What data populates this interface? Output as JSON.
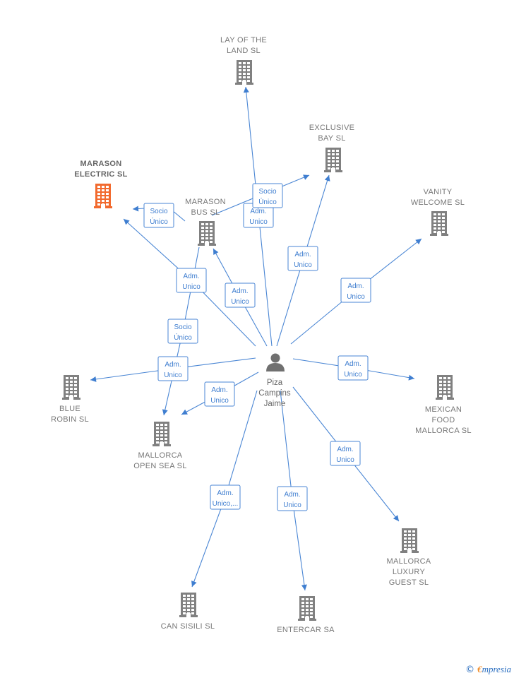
{
  "colors": {
    "edge": "#4a86d4",
    "building": "#808080",
    "building_highlight": "#f26a2e",
    "person": "#707070"
  },
  "center": {
    "name_lines": [
      "Piza",
      "Campins",
      "Jaime"
    ],
    "icon": "person-icon"
  },
  "companies": [
    {
      "id": "lay-of-the-land",
      "lines": [
        "LAY OF THE",
        "LAND  SL"
      ],
      "highlight": false
    },
    {
      "id": "exclusive-bay",
      "lines": [
        "EXCLUSIVE",
        "BAY  SL"
      ],
      "highlight": false
    },
    {
      "id": "marason-electric",
      "lines": [
        "MARASON",
        "ELECTRIC  SL"
      ],
      "highlight": true
    },
    {
      "id": "marason-bus",
      "lines": [
        "MARASON",
        "BUS SL"
      ],
      "highlight": false
    },
    {
      "id": "vanity-welcome",
      "lines": [
        "VANITY",
        "WELCOME  SL"
      ],
      "highlight": false
    },
    {
      "id": "blue-robin",
      "lines": [
        "BLUE",
        "ROBIN  SL"
      ],
      "highlight": false
    },
    {
      "id": "mallorca-open-sea",
      "lines": [
        "MALLORCA",
        "OPEN SEA  SL"
      ],
      "highlight": false
    },
    {
      "id": "mexican-food-mallorca",
      "lines": [
        "MEXICAN",
        "FOOD",
        "MALLORCA  SL"
      ],
      "highlight": false
    },
    {
      "id": "mallorca-luxury-guest",
      "lines": [
        "MALLORCA",
        "LUXURY",
        "GUEST  SL"
      ],
      "highlight": false
    },
    {
      "id": "can-sisili",
      "lines": [
        "CAN SISILI  SL"
      ],
      "highlight": false
    },
    {
      "id": "entercar",
      "lines": [
        "ENTERCAR SA"
      ],
      "highlight": false
    }
  ],
  "relations": [
    {
      "from": "center",
      "to": "lay-of-the-land",
      "role": [
        "Adm.",
        "Unico"
      ]
    },
    {
      "from": "marason-bus",
      "to": "exclusive-bay",
      "role": [
        "Socio",
        "Único"
      ]
    },
    {
      "from": "center",
      "to": "exclusive-bay",
      "role": [
        "Adm.",
        "Unico"
      ]
    },
    {
      "from": "marason-bus",
      "to": "marason-electric",
      "role": [
        "Socio",
        "Único"
      ]
    },
    {
      "from": "center",
      "to": "marason-electric",
      "role": [
        "Adm.",
        "Unico"
      ]
    },
    {
      "from": "center",
      "to": "marason-bus",
      "role": [
        "Adm.",
        "Unico"
      ]
    },
    {
      "from": "marason-bus",
      "to": "mallorca-open-sea",
      "role": [
        "Socio",
        "Único"
      ]
    },
    {
      "from": "center",
      "to": "vanity-welcome",
      "role": [
        "Adm.",
        "Unico"
      ]
    },
    {
      "from": "center",
      "to": "blue-robin",
      "role": [
        "Adm.",
        "Unico"
      ]
    },
    {
      "from": "center",
      "to": "mallorca-open-sea",
      "role": [
        "Adm.",
        "Unico"
      ]
    },
    {
      "from": "center",
      "to": "mexican-food-mallorca",
      "role": [
        "Adm.",
        "Unico"
      ]
    },
    {
      "from": "center",
      "to": "mallorca-luxury-guest",
      "role": [
        "Adm.",
        "Unico"
      ]
    },
    {
      "from": "center",
      "to": "can-sisili",
      "role": [
        "Adm.",
        "Unico,..."
      ]
    },
    {
      "from": "center",
      "to": "entercar",
      "role": [
        "Adm.",
        "Unico"
      ]
    }
  ],
  "footer": {
    "copyright": "©",
    "brand_initial": "€",
    "brand_rest": "mpresia"
  }
}
